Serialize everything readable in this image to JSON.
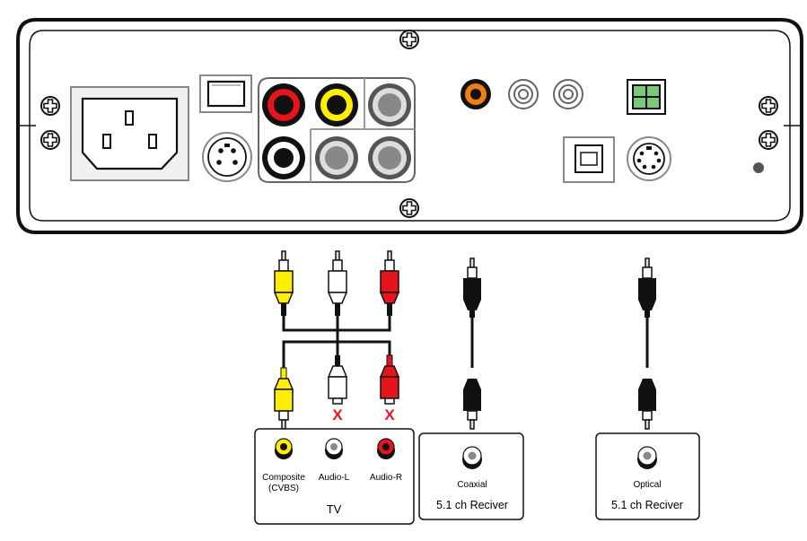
{
  "tv_box": {
    "title": "TV",
    "jacks": [
      {
        "label_line1": "Composite",
        "label_line2": "(CVBS)",
        "color": "#ffee00"
      },
      {
        "label_line1": "Audio-L",
        "label_line2": "",
        "color": "#ffffff"
      },
      {
        "label_line1": "Audio-R",
        "label_line2": "",
        "color": "#e8141b"
      }
    ]
  },
  "coaxial_box": {
    "jack_label": "Coaxial",
    "title": "5.1 ch Reciver"
  },
  "optical_box": {
    "jack_label": "Optical",
    "title": "5.1 ch Reciver"
  },
  "unused_marks": [
    "X",
    "X"
  ],
  "colors": {
    "yellow": "#ffee00",
    "white": "#ffffff",
    "red": "#e8141b",
    "orange": "#f07d12",
    "green": "#7ac77a",
    "black": "#111111"
  }
}
